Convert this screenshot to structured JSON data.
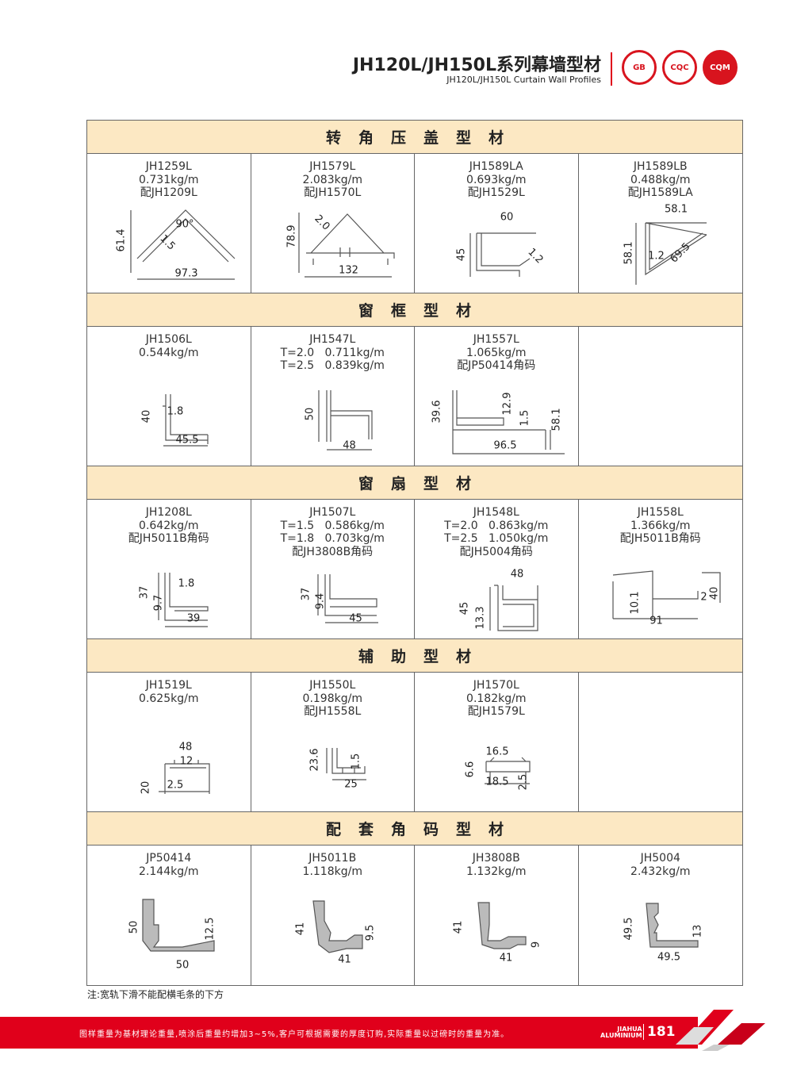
{
  "header": {
    "title": "JH120L/JH150L系列幕墙型材",
    "subtitle": "JH120L/JH150L  Curtain Wall Profiles",
    "logos": [
      "GB",
      "CQC",
      "CQM"
    ]
  },
  "brand_color": "#e0001b",
  "section_color": "#fce8c3",
  "sections": [
    {
      "title": "转角压盖型材",
      "items": [
        {
          "lines": [
            "JH1259L",
            "0.731kg/m",
            "配JH1209L"
          ],
          "dims": [
            "90°",
            "1.5",
            "61.4",
            "97.3"
          ]
        },
        {
          "lines": [
            "JH1579L",
            "2.083kg/m",
            "配JH1570L"
          ],
          "dims": [
            "2.0",
            "78.9",
            "132"
          ]
        },
        {
          "lines": [
            "JH1589LA",
            "0.693kg/m",
            "配JH1529L"
          ],
          "dims": [
            "60",
            "45",
            "1.2"
          ]
        },
        {
          "lines": [
            "JH1589LB",
            "0.488kg/m",
            "配JH1589LA"
          ],
          "dims": [
            "58.1",
            "58.1",
            "1.2",
            "69.5"
          ]
        }
      ]
    },
    {
      "title": "窗框型材",
      "items": [
        {
          "lines": [
            "JH1506L",
            "0.544kg/m"
          ],
          "dims": [
            "1.8",
            "40",
            "45.5"
          ]
        },
        {
          "lines": [
            "JH1547L",
            "T=2.0   0.711kg/m",
            "T=2.5   0.839kg/m"
          ],
          "dims": [
            "50",
            "48"
          ]
        },
        {
          "lines": [
            "JH1557L",
            "1.065kg/m",
            "配JP50414角码"
          ],
          "dims": [
            "39.6",
            "12.9",
            "1.5",
            "58.1",
            "96.5"
          ]
        },
        {
          "lines": [],
          "dims": []
        }
      ]
    },
    {
      "title": "窗扇型材",
      "items": [
        {
          "lines": [
            "JH1208L",
            "0.642kg/m",
            "配JH5011B角码"
          ],
          "dims": [
            "1.8",
            "37",
            "9.7",
            "39"
          ]
        },
        {
          "lines": [
            "JH1507L",
            "T=1.5   0.586kg/m",
            "T=1.8   0.703kg/m",
            "配JH3808B角码"
          ],
          "dims": [
            "37",
            "9.4",
            "45"
          ]
        },
        {
          "lines": [
            "JH1548L",
            "T=2.0   0.863kg/m",
            "T=2.5   1.050kg/m",
            "配JH5004角码"
          ],
          "dims": [
            "48",
            "45",
            "13.3"
          ]
        },
        {
          "lines": [
            "JH1558L",
            "1.366kg/m",
            "配JH5011B角码"
          ],
          "dims": [
            "10.1",
            "91",
            "2",
            "40"
          ]
        }
      ]
    },
    {
      "title": "辅助型材",
      "items": [
        {
          "lines": [
            "JH1519L",
            "0.625kg/m"
          ],
          "dims": [
            "48",
            "12",
            "20",
            "2.5"
          ]
        },
        {
          "lines": [
            "JH1550L",
            "0.198kg/m",
            "配JH1558L"
          ],
          "dims": [
            "23.6",
            "1.5",
            "25"
          ]
        },
        {
          "lines": [
            "JH1570L",
            "0.182kg/m",
            "配JH1579L"
          ],
          "dims": [
            "16.5",
            "6.6",
            "18.5",
            "2.5"
          ]
        },
        {
          "lines": [],
          "dims": []
        }
      ]
    },
    {
      "title": "配套角码型材",
      "items": [
        {
          "lines": [
            "JP50414",
            "2.144kg/m"
          ],
          "dims": [
            "50",
            "12.5",
            "50"
          ]
        },
        {
          "lines": [
            "JH5011B",
            "1.118kg/m"
          ],
          "dims": [
            "41",
            "9.5",
            "41"
          ]
        },
        {
          "lines": [
            "JH3808B",
            "1.132kg/m"
          ],
          "dims": [
            "41",
            "9",
            "41"
          ]
        },
        {
          "lines": [
            "JH5004",
            "2.432kg/m"
          ],
          "dims": [
            "49.5",
            "13",
            "49.5"
          ]
        }
      ]
    }
  ],
  "note": "注:宽轨下滑不能配横毛条的下方",
  "footer": {
    "text": "图样重量为基材理论重量,喷涂后重量约增加3~5%,客户可根据需要的厚度订购,实际重量以过磅时的重量为准。",
    "brand_line1": "JIAHUA",
    "brand_line2": "ALUMINIUM",
    "page": "181"
  }
}
